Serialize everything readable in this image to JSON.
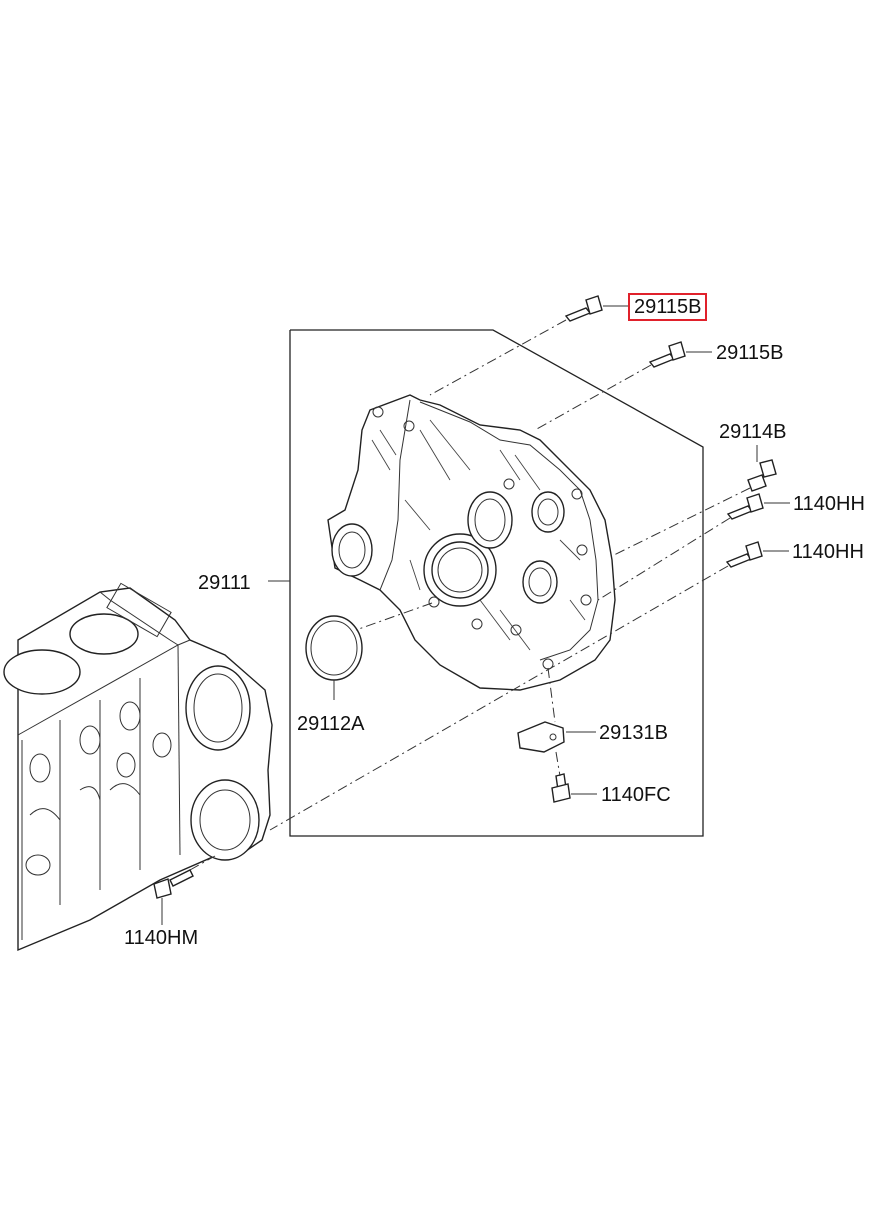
{
  "diagram": {
    "highlight_color": "#e0212b",
    "parts": [
      {
        "id": "p1",
        "label": "29115B",
        "highlighted": true
      },
      {
        "id": "p2",
        "label": "29115B",
        "highlighted": false
      },
      {
        "id": "p3",
        "label": "29114B",
        "highlighted": false
      },
      {
        "id": "p4",
        "label": "1140HH",
        "highlighted": false
      },
      {
        "id": "p5",
        "label": "1140HH",
        "highlighted": false
      },
      {
        "id": "p6",
        "label": "29111",
        "highlighted": false
      },
      {
        "id": "p7",
        "label": "29112A",
        "highlighted": false
      },
      {
        "id": "p8",
        "label": "29131B",
        "highlighted": false
      },
      {
        "id": "p9",
        "label": "1140FC",
        "highlighted": false
      },
      {
        "id": "p10",
        "label": "1140HM",
        "highlighted": false
      }
    ]
  }
}
